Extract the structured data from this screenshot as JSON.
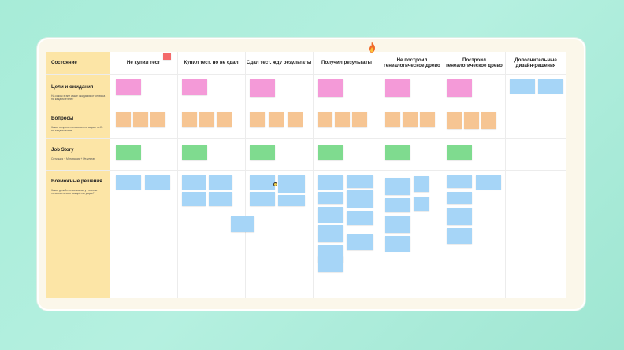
{
  "columns": [
    "Состояние",
    "Не купил тест",
    "Купил тест, но не сдал",
    "Сдал тест, жду результаты",
    "Получил результаты",
    "Не построил генеалогическое древо",
    "Построил генеалогическое древо",
    "Дополнительные дизайн-решения"
  ],
  "rows": [
    {
      "title": "Цели и ожидания",
      "subtitle": "На каком этапе какие ожидания от сервиса на каждом этапе?"
    },
    {
      "title": "Вопросы",
      "subtitle": "Какие вопросы пользователь задает себе на каждом этапе"
    },
    {
      "title": "Job Story",
      "subtitle": "Ситуация + Мотивация + Результат"
    },
    {
      "title": "Возможные решения",
      "subtitle": "Какие дизайн-решения могут помочь пользователю в каждой ситуации?"
    }
  ],
  "colors": {
    "pink": "#f49ad8",
    "orange": "#f6c593",
    "green": "#7fdb8f",
    "blue": "#a6d5f7",
    "header": "#fce5a6"
  },
  "icons": {
    "top": "fire-icon"
  }
}
